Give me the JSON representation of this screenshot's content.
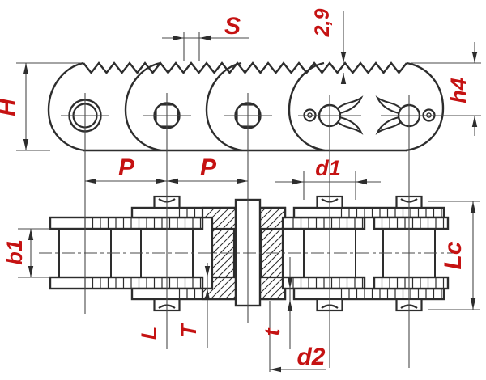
{
  "drawing": {
    "labels": {
      "height": "H",
      "tooth_top_width": "S",
      "tooth_depth": "2,9",
      "tooth_height": "h4",
      "pitch_left": "P",
      "pitch_right": "P",
      "roller_diameter": "d1",
      "inner_width": "b1",
      "pin_full_length": "Lc",
      "pin_length": "L",
      "inner_plate_thickness": "T",
      "outer_plate_thickness": "t",
      "bushing_diameter": "d2"
    },
    "colors": {
      "line": "#2d2d2d",
      "label": "#c51212",
      "background": "#ffffff"
    }
  }
}
